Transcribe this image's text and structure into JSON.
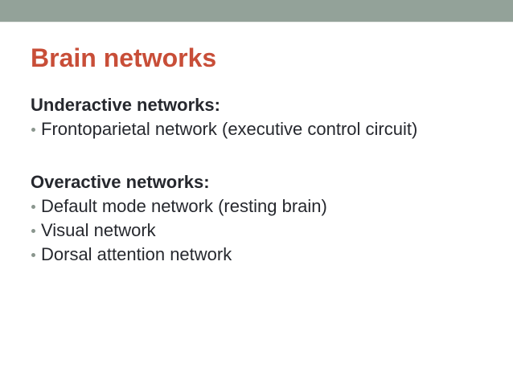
{
  "slide": {
    "title": "Brain networks",
    "theme": {
      "header_bar_color": "#93a299",
      "title_color": "#c84e38",
      "body_text_color": "#26282e",
      "bullet_dot_color": "#8a968e",
      "background_color": "#ffffff"
    },
    "sections": [
      {
        "heading": "Underactive networks:",
        "bullets": [
          "Frontoparietal network (executive control circuit)"
        ]
      },
      {
        "heading": "Overactive networks:",
        "bullets": [
          "Default mode network (resting brain)",
          "Visual network",
          "Dorsal attention network"
        ]
      }
    ]
  }
}
